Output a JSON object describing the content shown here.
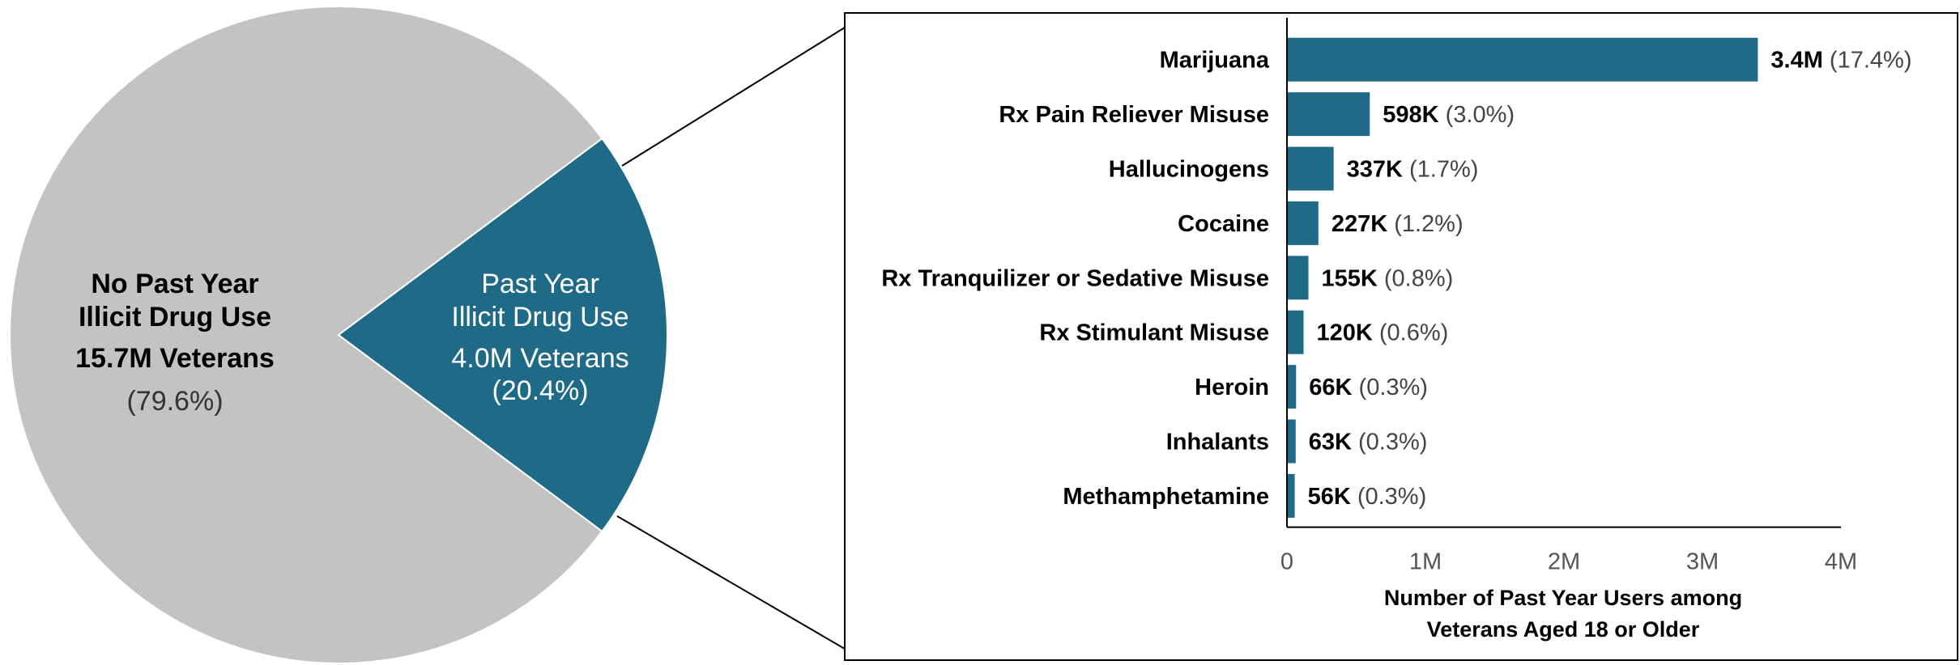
{
  "colors": {
    "accent": "#1f6a86",
    "pie_rest": "#c3c3c3",
    "axis": "#000000"
  },
  "chart_data": [
    {
      "type": "pie",
      "slices": [
        {
          "label_line1": "No Past Year",
          "label_line2": "Illicit Drug Use",
          "count_label": "15.7M Veterans",
          "percent_label": "(79.6%)",
          "value": 79.6,
          "color": "#c3c3c3"
        },
        {
          "label_line1": "Past Year",
          "label_line2": "Illicit Drug Use",
          "count_label": "4.0M Veterans",
          "percent_label": "(20.4%)",
          "value": 20.4,
          "color": "#1f6a86"
        }
      ]
    },
    {
      "type": "bar",
      "orientation": "horizontal",
      "categories": [
        "Marijuana",
        "Rx Pain Reliever Misuse",
        "Hallucinogens",
        "Cocaine",
        "Rx Tranquilizer or Sedative Misuse",
        "Rx Stimulant Misuse",
        "Heroin",
        "Inhalants",
        "Methamphetamine"
      ],
      "values": [
        3400000,
        598000,
        337000,
        227000,
        155000,
        120000,
        66000,
        63000,
        56000
      ],
      "value_labels": [
        "3.4M",
        "598K",
        "337K",
        "227K",
        "155K",
        "120K",
        "66K",
        "63K",
        "56K"
      ],
      "percent_labels": [
        "(17.4%)",
        "(3.0%)",
        "(1.7%)",
        "(1.2%)",
        "(0.8%)",
        "(0.6%)",
        "(0.3%)",
        "(0.3%)",
        "(0.3%)"
      ],
      "xlim": [
        0,
        4000000
      ],
      "xticks": [
        0,
        1000000,
        2000000,
        3000000,
        4000000
      ],
      "xtick_labels": [
        "0",
        "1M",
        "2M",
        "3M",
        "4M"
      ],
      "xlabel_line1": "Number of Past Year Users among",
      "xlabel_line2": "Veterans Aged 18 or Older",
      "grid": false,
      "color": "#1f6a86"
    }
  ]
}
